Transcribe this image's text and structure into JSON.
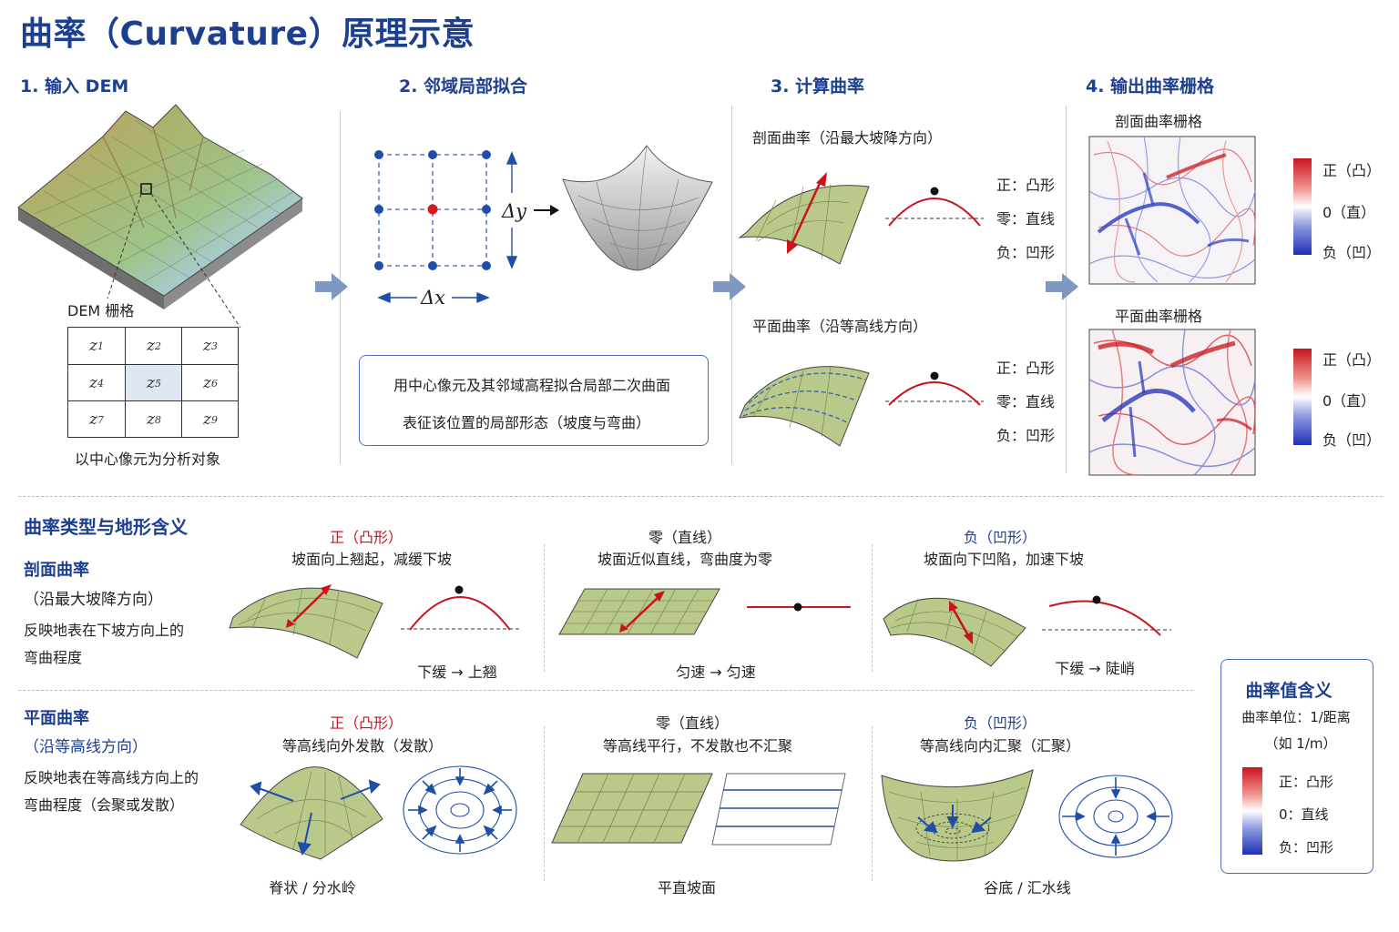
{
  "title": "曲率（Curvature）原理示意",
  "steps": {
    "s1": "1. 输入 DEM",
    "s2": "2. 邻域局部拟合",
    "s3": "3. 计算曲率",
    "s4": "4. 输出曲率栅格"
  },
  "dem": {
    "grid_label": "DEM 栅格",
    "cells": [
      "z1",
      "z2",
      "z3",
      "z4",
      "z5",
      "z6",
      "z7",
      "z8",
      "z9"
    ],
    "caption": "以中心像元为分析对象"
  },
  "fit": {
    "dy": "Δy",
    "dx": "Δx",
    "note_line1": "用中心像元及其邻域高程拟合局部二次曲面",
    "note_line2": "表征该位置的局部形态（坡度与弯曲）"
  },
  "compute": {
    "profile_title": "剖面曲率（沿最大坡降方向）",
    "plan_title": "平面曲率（沿等高线方向）",
    "pos": "正：凸形",
    "zero": "零：直线",
    "neg": "负：凹形"
  },
  "output": {
    "profile_raster": "剖面曲率栅格",
    "plan_raster": "平面曲率栅格",
    "legend_pos": "正（凸）",
    "legend_zero": "0（直）",
    "legend_neg": "负（凹）"
  },
  "types": {
    "heading": "曲率类型与地形含义",
    "profile": {
      "name": "剖面曲率",
      "dir": "（沿最大坡降方向）",
      "desc1": "反映地表在下坡方向上的",
      "desc2": "弯曲程度",
      "pos_title": "正（凸形）",
      "pos_desc": "坡面向上翘起，减缓下坡",
      "pos_caption": "下缓 → 上翘",
      "zero_title": "零（直线）",
      "zero_desc": "坡面近似直线，弯曲度为零",
      "zero_caption": "匀速 → 匀速",
      "neg_title": "负（凹形）",
      "neg_desc": "坡面向下凹陷，加速下坡",
      "neg_caption": "下缓 → 陡峭"
    },
    "plan": {
      "name": "平面曲率",
      "dir": "（沿等高线方向）",
      "desc1": "反映地表在等高线方向上的",
      "desc2": "弯曲程度（会聚或发散）",
      "pos_title": "正（凸形）",
      "pos_desc": "等高线向外发散（发散）",
      "pos_caption": "脊状 / 分水岭",
      "zero_title": "零（直线）",
      "zero_desc": "等高线平行，不发散也不汇聚",
      "zero_caption": "平直坡面",
      "neg_title": "负（凹形）",
      "neg_desc": "等高线向内汇聚（汇聚）",
      "neg_caption": "谷底 / 汇水线"
    }
  },
  "legend": {
    "title": "曲率值含义",
    "unit": "曲率单位：1/距离",
    "unit_eg": "（如 1/m）",
    "pos": "正：凸形",
    "zero": "0：直线",
    "neg": "负：凹形"
  },
  "colors": {
    "accent": "#1d3f8f",
    "positive": "#c8141e",
    "negative": "#1f2fb4",
    "surface": "#b9c98a"
  }
}
